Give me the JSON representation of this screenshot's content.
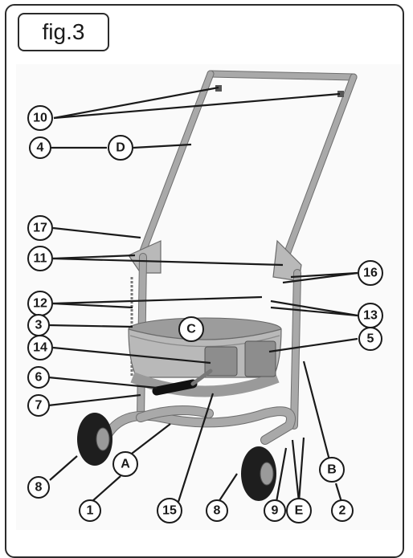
{
  "figure": {
    "label": "fig.3"
  },
  "callouts": [
    {
      "id": "c10",
      "text": "10"
    },
    {
      "id": "c4",
      "text": "4"
    },
    {
      "id": "cD",
      "text": "D"
    },
    {
      "id": "c17",
      "text": "17"
    },
    {
      "id": "c11",
      "text": "11"
    },
    {
      "id": "c16",
      "text": "16"
    },
    {
      "id": "c12",
      "text": "12"
    },
    {
      "id": "c13",
      "text": "13"
    },
    {
      "id": "c3",
      "text": "3"
    },
    {
      "id": "cC",
      "text": "C"
    },
    {
      "id": "c5",
      "text": "5"
    },
    {
      "id": "c14",
      "text": "14"
    },
    {
      "id": "c6",
      "text": "6"
    },
    {
      "id": "c7",
      "text": "7"
    },
    {
      "id": "c8a",
      "text": "8"
    },
    {
      "id": "cA",
      "text": "A"
    },
    {
      "id": "cB",
      "text": "B"
    },
    {
      "id": "c1",
      "text": "1"
    },
    {
      "id": "c15",
      "text": "15"
    },
    {
      "id": "c8b",
      "text": "8"
    },
    {
      "id": "c9",
      "text": "9"
    },
    {
      "id": "cE",
      "text": "E"
    },
    {
      "id": "c2",
      "text": "2"
    }
  ]
}
